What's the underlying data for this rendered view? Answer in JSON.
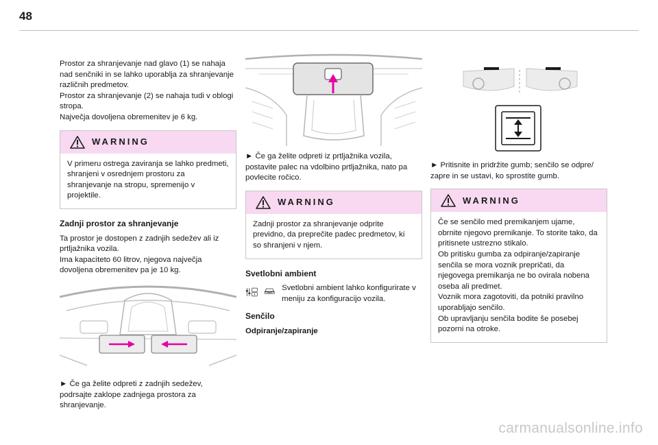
{
  "page": {
    "number": "48",
    "watermark": "carmanualsonline.info"
  },
  "col1": {
    "intro_lines": [
      "Prostor za shranjevanje nad glavo (1) se nahaja nad senčniki in se lahko uporablja za shranjevanje različnih predmetov.",
      "Prostor za shranjevanje (2) se nahaja tudi v oblogi stropa.",
      "Največja dovoljena obremenitev je 6 kg."
    ],
    "warning": {
      "title": "WARNING",
      "text": "V primeru ostrega zaviranja se lahko predmeti, shranjeni v osrednjem prostoru za shranjevanje na stropu, spremenijo v projektile."
    },
    "rear_heading": "Zadnji prostor za shranjevanje",
    "rear_lines": [
      "Ta prostor je dostopen z zadnjih sedežev ali iz prtljažnika vozila.",
      "Ima kapaciteto 60 litrov, njegova največja dovoljena obremenitev pa je 10 kg."
    ],
    "rear_instruction": "► Če ga želite odpreti z zadnjih sedežev, podrsajte zaklope zadnjega prostora za shranjevanje."
  },
  "col2": {
    "instruction": "► Če ga želite odpreti iz prtljažnika vozila, postavite palec na vdolbino prtljažnika, nato pa povlecite ročico.",
    "warning": {
      "title": "WARNING",
      "text": "Zadnji prostor za shranjevanje odprite previdno, da preprečite padec predmetov, ki so shranjeni v njem."
    },
    "ambient_heading": "Svetlobni ambient",
    "ambient_text": "Svetlobni ambient lahko konfigurirate v meniju za konfiguracijo vozila.",
    "sunshade_heading": "Senčilo",
    "sunshade_sub": "Odpiranje/zapiranje"
  },
  "col3": {
    "instruction": "► Pritisnite in pridržite gumb; senčilo se odpre/ zapre in se ustavi, ko sprostite gumb.",
    "warning": {
      "title": "WARNING",
      "lines": [
        "Če se senčilo med premikanjem ujame, obrnite njegovo premikanje. To storite tako, da pritisnete ustrezno stikalo.",
        "Ob pritisku gumba za odpiranje/zapiranje senčila se mora voznik prepričati, da njegovega premikanja ne bo ovirala nobena oseba ali predmet.",
        "Voznik mora zagotoviti, da potniki pravilno uporabljajo senčilo.",
        "Ob upravljanju senčila bodite še posebej pozorni na otroke."
      ]
    }
  },
  "colors": {
    "accent": "#e600a3",
    "warning_bg": "#f8d9f1",
    "line": "#bdbdbd"
  }
}
